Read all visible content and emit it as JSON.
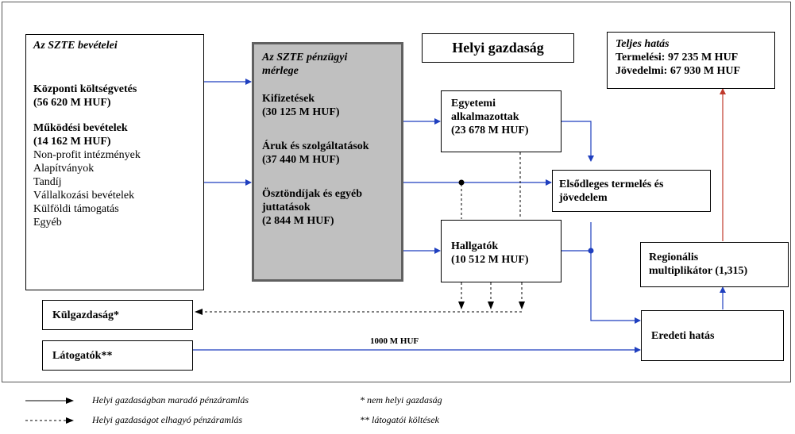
{
  "revenue": {
    "title": "Az SZTE bevételei",
    "central_label": "Központi költségvetés",
    "central_value": "(56 620 M HUF)",
    "operating_label": "Működési bevételek",
    "operating_value": "(14 162 M HUF)",
    "items": [
      "Non-profit intézmények",
      "Alapítványok",
      "Tandíj",
      "Vállalkozási bevételek",
      "Külföldi támogatás",
      "Egyéb"
    ]
  },
  "balance": {
    "title_line1": "Az SZTE pénzügyi",
    "title_line2": "mérlege",
    "payments_label": "Kifizetések",
    "payments_value": "(30 125 M HUF)",
    "goods_label": "Áruk és szolgáltatások",
    "goods_value": "(37 440 M HUF)",
    "grants_line1": "Ösztöndíjak és egyéb",
    "grants_line2": "juttatások",
    "grants_value": "(2 844 M HUF)"
  },
  "local_economy": "Helyi gazdaság",
  "employees": {
    "line1": "Egyetemi",
    "line2": "alkalmazottak",
    "value": "(23 678 M HUF)"
  },
  "students": {
    "label": "Hallgatók",
    "value": "(10 512 M HUF)"
  },
  "primary": {
    "line1": "Elsődleges termelés és",
    "line2": "jövedelem"
  },
  "total_effect": {
    "title": "Teljes hatás",
    "production": "Termelési: 97 235 M HUF",
    "income": "Jövedelmi: 67 930 M HUF"
  },
  "multiplier": {
    "line1": "Regionális",
    "line2": "multiplikátor (1,315)"
  },
  "original_effect": "Eredeti hatás",
  "foreign_economy": "Külgazdaság*",
  "visitors": "Látogatók**",
  "visitor_flow": "1000 M HUF",
  "legend": {
    "solid": "Helyi gazdaságban maradó pénzáramlás",
    "dashed": "Helyi gazdaságot elhagyó pénzáramlás",
    "note1": "* nem helyi gazdaság",
    "note2": "** látogatói költések"
  },
  "colors": {
    "flow": "#1f3fbf",
    "total": "#c0392b"
  }
}
